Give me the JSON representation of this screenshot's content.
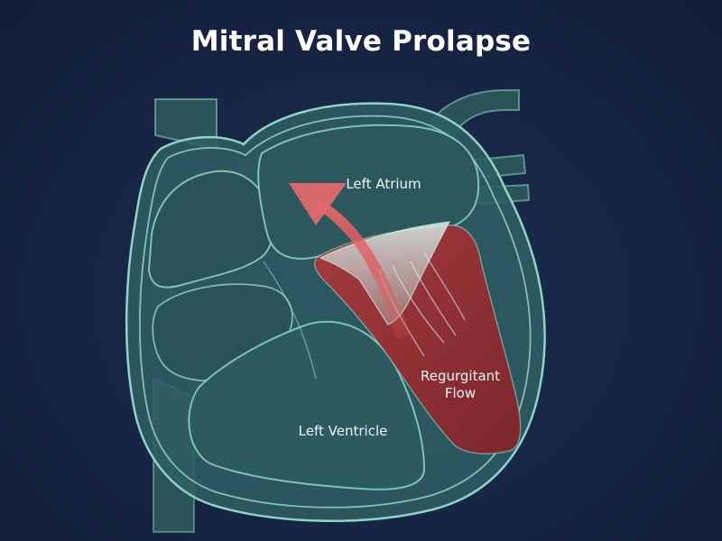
{
  "title": "Mitral Valve Prolapse",
  "labels": {
    "left_atrium": "Left Atrium",
    "regurgitant_flow_line1": "Regurgitant",
    "regurgitant_flow_line2": "Flow",
    "left_ventricle": "Left Ventricle"
  },
  "colors": {
    "background": "#172544",
    "heart_fill": "#2f5d63",
    "outline": "#8fd3c6",
    "prolapse_tissue": "#8c2f33",
    "flow_arrow": "#e0585c"
  }
}
